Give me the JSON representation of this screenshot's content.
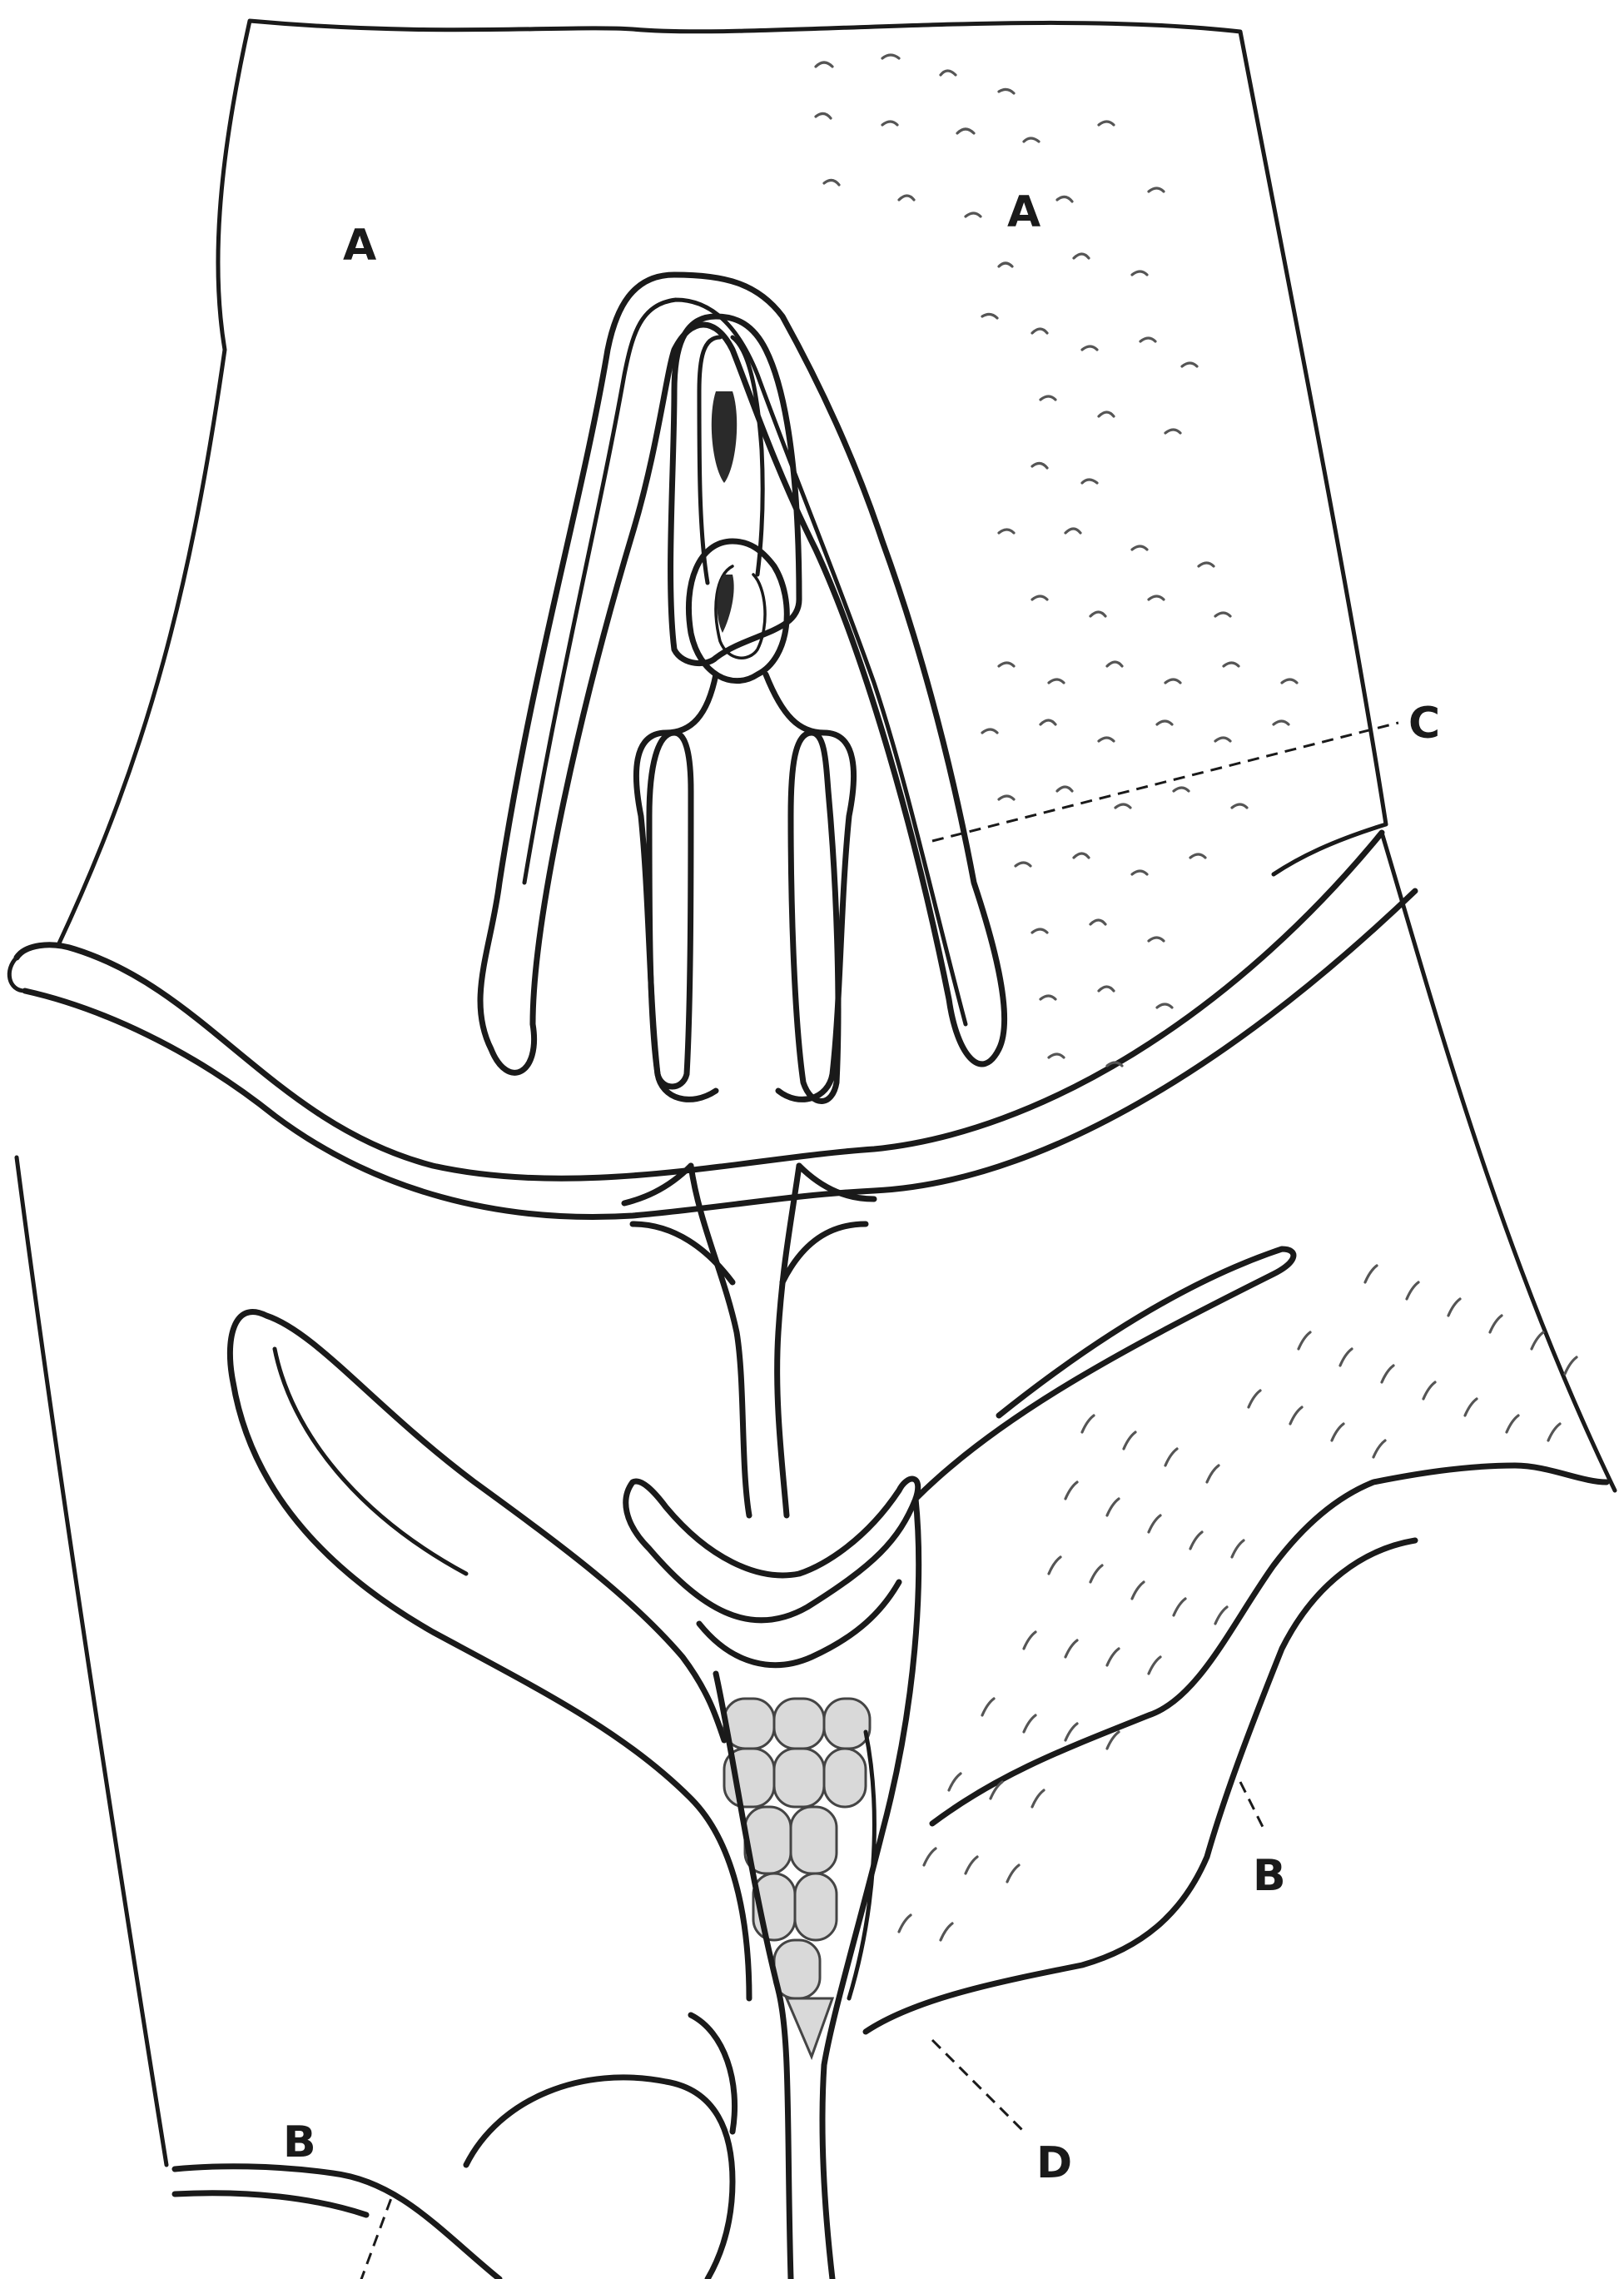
{
  "labels": {
    "a_left": "A",
    "a_right": "A",
    "c": "C",
    "b_left": "B",
    "b_right": "B",
    "d": "D"
  }
}
